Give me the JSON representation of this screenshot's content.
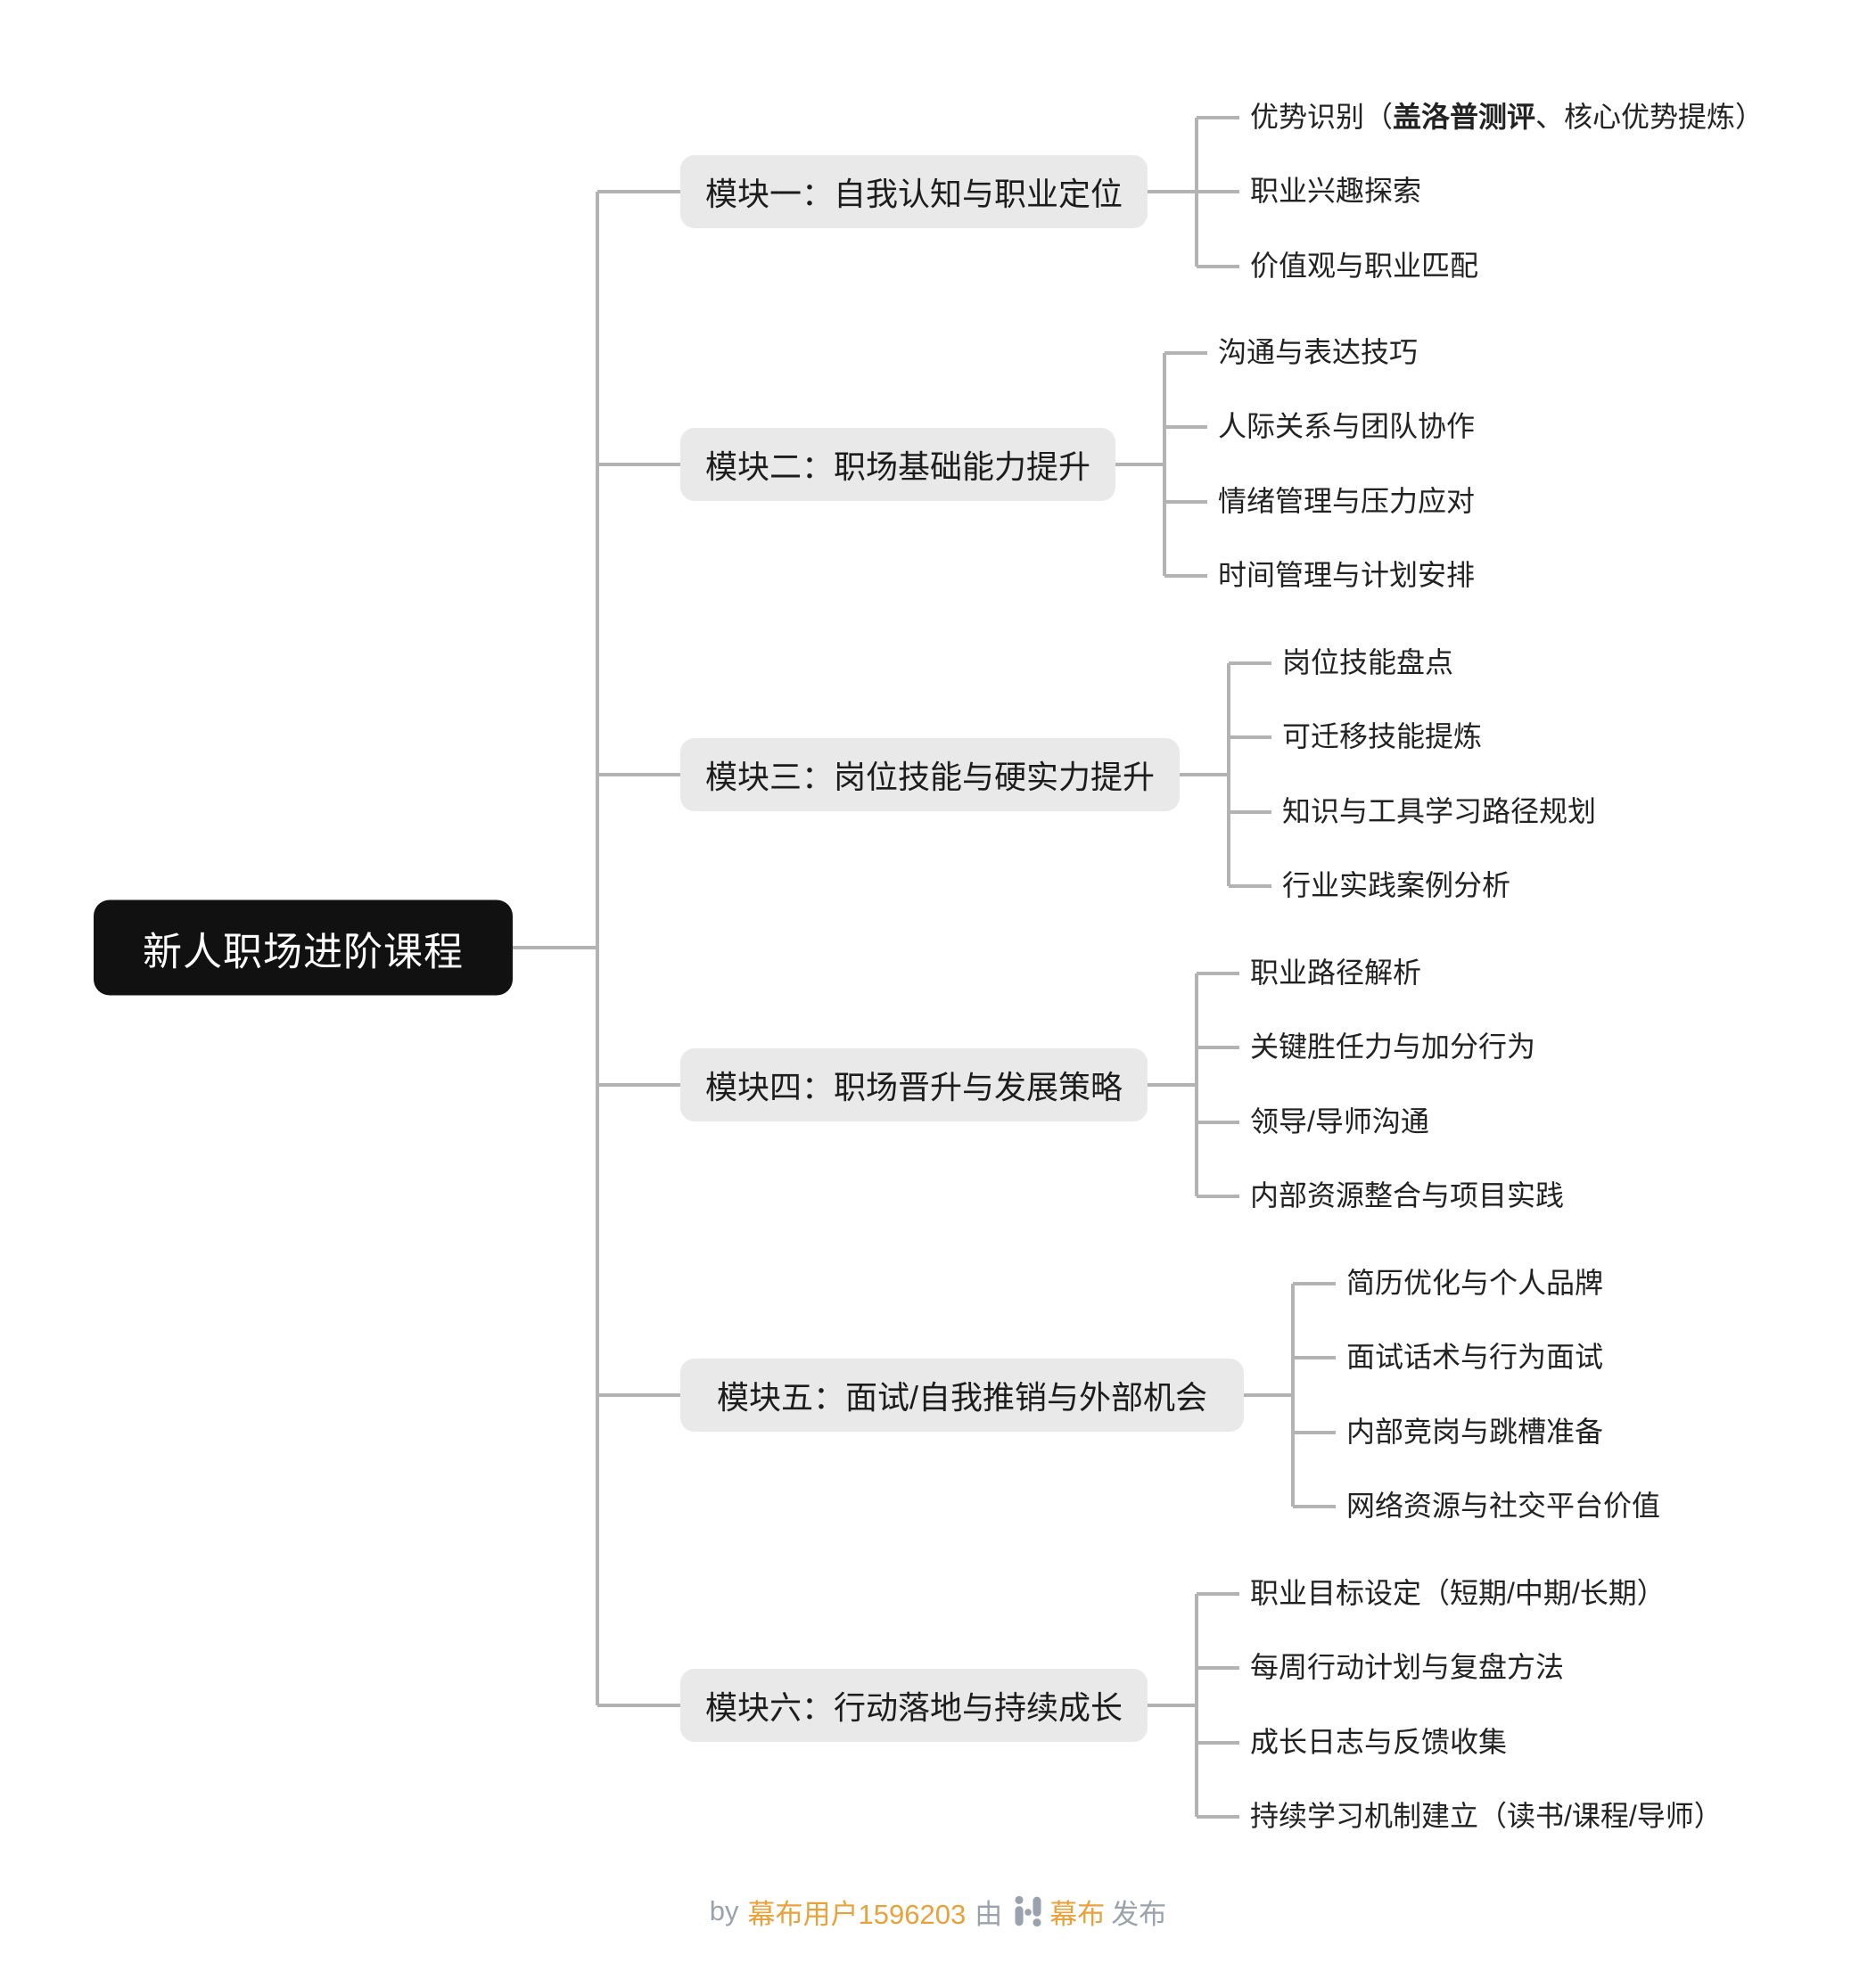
{
  "root": {
    "label": "新人职场进阶课程"
  },
  "branches": [
    {
      "label": "模块一：自我认知与职业定位",
      "children": [
        {
          "pre": "优势识别（",
          "bold": "盖洛普测评",
          "post": "、核心优势提炼）"
        },
        {
          "text": "职业兴趣探索"
        },
        {
          "text": "价值观与职业匹配"
        }
      ]
    },
    {
      "label": "模块二：职场基础能力提升",
      "children": [
        {
          "text": "沟通与表达技巧"
        },
        {
          "text": "人际关系与团队协作"
        },
        {
          "text": "情绪管理与压力应对"
        },
        {
          "text": "时间管理与计划安排"
        }
      ]
    },
    {
      "label": "模块三：岗位技能与硬实力提升",
      "children": [
        {
          "text": "岗位技能盘点"
        },
        {
          "text": "可迁移技能提炼"
        },
        {
          "text": "知识与工具学习路径规划"
        },
        {
          "text": "行业实践案例分析"
        }
      ]
    },
    {
      "label": "模块四：职场晋升与发展策略",
      "children": [
        {
          "text": "职业路径解析"
        },
        {
          "text": "关键胜任力与加分行为"
        },
        {
          "text": "领导/导师沟通"
        },
        {
          "text": "内部资源整合与项目实践"
        }
      ]
    },
    {
      "label": "模块五：面试/自我推销与外部机会",
      "children": [
        {
          "text": "简历优化与个人品牌"
        },
        {
          "text": "面试话术与行为面试"
        },
        {
          "text": "内部竞岗与跳槽准备"
        },
        {
          "text": "网络资源与社交平台价值"
        }
      ]
    },
    {
      "label": "模块六：行动落地与持续成长",
      "children": [
        {
          "text": "职业目标设定（短期/中期/长期）"
        },
        {
          "text": "每周行动计划与复盘方法"
        },
        {
          "text": "成长日志与反馈收集"
        },
        {
          "text": "持续学习机制建立（读书/课程/导师）"
        }
      ]
    }
  ],
  "footer": {
    "by": "by",
    "author": "幕布用户1596203",
    "via": "由",
    "brand": "幕布",
    "publish": "发布",
    "logo_icon": "mubu-logo"
  },
  "colors": {
    "root_bg": "#111111",
    "module_bg": "#e9e9e9",
    "connector": "#b3b3b3",
    "accent_orange": "#e9a23b",
    "footer_gray": "#9aa3ad"
  }
}
